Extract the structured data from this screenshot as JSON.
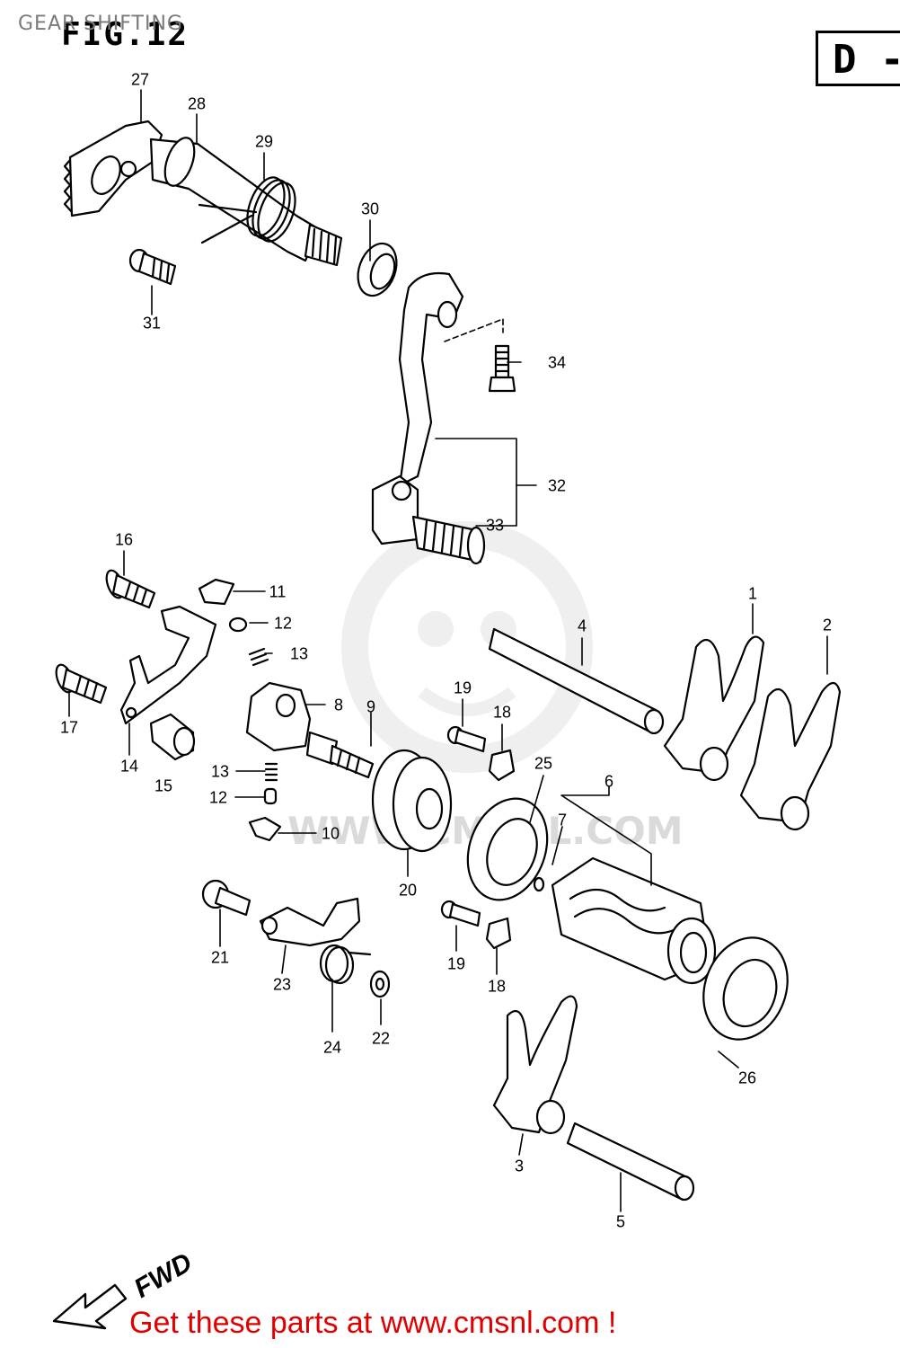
{
  "page": {
    "title": "GEAR SHIFTING",
    "figure_label": "FIG.12",
    "section_letter": "D -",
    "watermark_text": "WWW.CMSNL.COM",
    "footer_link": "Get these parts at www.cmsnl.com !",
    "direction_label": "FWD"
  },
  "callouts": {
    "c1": "1",
    "c2": "2",
    "c3": "3",
    "c4": "4",
    "c5": "5",
    "c6": "6",
    "c7": "7",
    "c8": "8",
    "c9": "9",
    "c10": "10",
    "c11": "11",
    "c12a": "12",
    "c12b": "12",
    "c13a": "13",
    "c13b": "13",
    "c14": "14",
    "c15": "15",
    "c16": "16",
    "c17": "17",
    "c18a": "18",
    "c18b": "18",
    "c19a": "19",
    "c19b": "19",
    "c20": "20",
    "c21": "21",
    "c22": "22",
    "c23": "23",
    "c24": "24",
    "c25": "25",
    "c26": "26",
    "c27": "27",
    "c28": "28",
    "c29": "29",
    "c30": "30",
    "c31": "31",
    "c32": "32",
    "c33": "33",
    "c34": "34"
  }
}
